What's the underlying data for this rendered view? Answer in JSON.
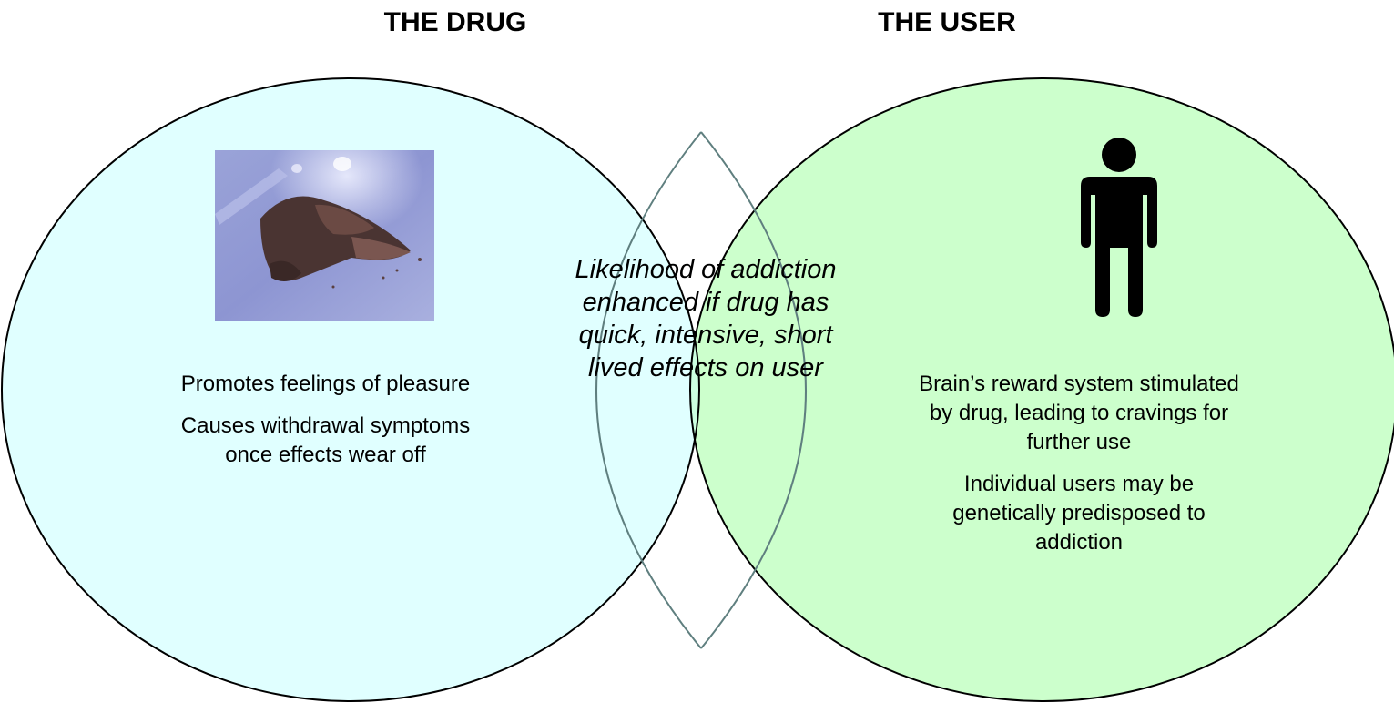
{
  "diagram": {
    "left_heading": "THE DRUG",
    "right_heading": "THE USER",
    "left_circle": {
      "fill": "#e0ffff",
      "items": [
        "Promotes feelings of pleasure",
        "Causes withdrawal symptoms once effects wear off"
      ]
    },
    "right_circle": {
      "fill": "#ccffcc",
      "items": [
        "Brain’s reward system stimulated by drug, leading to cravings for further use",
        "Individual users may be genetically predisposed to addiction"
      ]
    },
    "overlap": {
      "fill": "#ccffe0",
      "text": "Likelihood of addiction enhanced if drug has quick, intensive, short lived effects on user"
    },
    "images": {
      "left": "drug-powder-photo",
      "right": "person-icon"
    }
  }
}
